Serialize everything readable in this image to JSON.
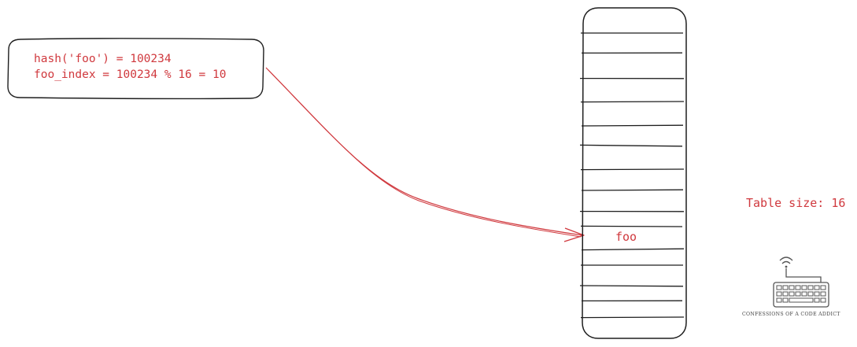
{
  "colors": {
    "accent_red": "#d0393e",
    "ink": "#1e1e1e",
    "logo_gray": "#555555"
  },
  "hash_box": {
    "line1": "hash('foo') = 100234",
    "line2": "foo_index = 100234 % 16 = 10"
  },
  "hash_table": {
    "size_label": "Table size: 16",
    "filled_slot_index": 10,
    "filled_slot_label": "foo",
    "slot_count": 16
  },
  "logo": {
    "icon": "keyboard-wifi-icon",
    "caption": "CONFESSIONS OF A CODE ADDICT"
  }
}
